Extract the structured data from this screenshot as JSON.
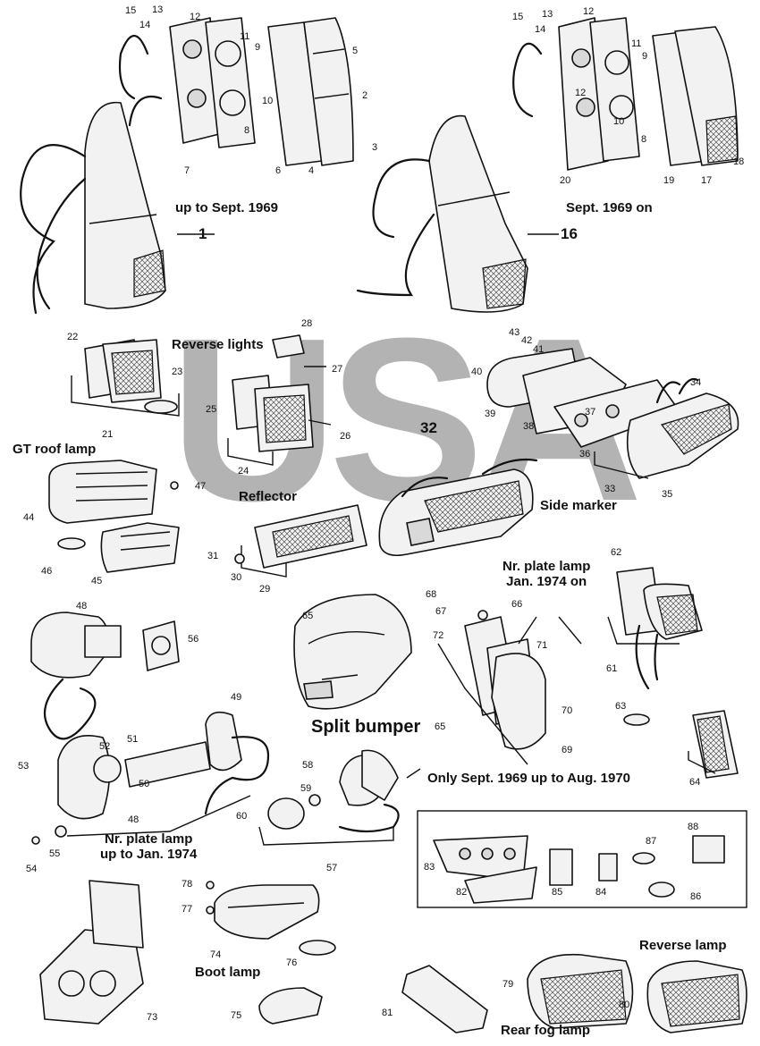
{
  "watermark": "USA",
  "captions": {
    "early_rear_lamp": "up to Sept. 1969",
    "late_rear_lamp": "Sept. 1969 on",
    "reverse_lights": "Reverse lights",
    "gt_roof_lamp": "GT roof lamp",
    "reflector": "Reflector",
    "side_marker": "Side marker",
    "nr_plate_1974": "Nr. plate lamp\nJan. 1974 on",
    "split_bumper": "Split bumper",
    "nr_plate_early": "Nr. plate lamp\nup to Jan. 1974",
    "only_sept_1969": "Only Sept. 1969 up to Aug. 1970",
    "reverse_lamp": "Reverse lamp",
    "boot_lamp": "Boot lamp",
    "rear_fog_lamp": "Rear fog lamp"
  },
  "callouts": [
    "1",
    "2",
    "3",
    "4",
    "5",
    "6",
    "7",
    "8",
    "9",
    "10",
    "11",
    "12",
    "13",
    "14",
    "15",
    "16",
    "17",
    "18",
    "19",
    "20",
    "21",
    "22",
    "23",
    "24",
    "25",
    "26",
    "27",
    "28",
    "29",
    "30",
    "31",
    "32",
    "33",
    "34",
    "35",
    "36",
    "37",
    "38",
    "39",
    "40",
    "41",
    "42",
    "43",
    "44",
    "45",
    "46",
    "47",
    "48",
    "49",
    "50",
    "51",
    "52",
    "53",
    "54",
    "55",
    "56",
    "57",
    "58",
    "59",
    "60",
    "61",
    "62",
    "63",
    "64",
    "65",
    "66",
    "67",
    "68",
    "69",
    "70",
    "71",
    "72",
    "73",
    "74",
    "75",
    "76",
    "77",
    "78",
    "79",
    "80",
    "81",
    "82",
    "83",
    "84",
    "85",
    "86",
    "87",
    "88"
  ],
  "colors": {
    "watermark": "#b3b3b3",
    "ink": "#111111",
    "paper": "#ffffff"
  }
}
